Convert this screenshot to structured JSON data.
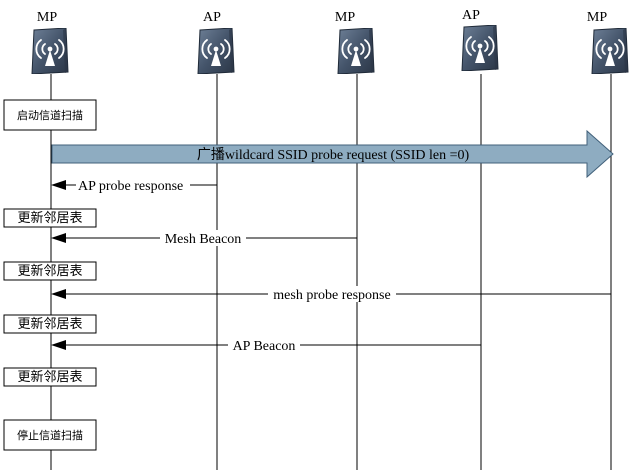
{
  "nodes": [
    {
      "label": "MP",
      "icon": "wireless-mesh-point-icon"
    },
    {
      "label": "AP",
      "icon": "wireless-access-point-icon"
    },
    {
      "label": "MP",
      "icon": "wireless-mesh-point-icon"
    },
    {
      "label": "AP",
      "icon": "wireless-access-point-icon"
    },
    {
      "label": "MP",
      "icon": "wireless-mesh-point-icon"
    }
  ],
  "steps": {
    "start_scan": "启动信道扫描",
    "update_1": "更新邻居表",
    "update_2": "更新邻居表",
    "update_3": "更新邻居表",
    "update_4": "更新邻居表",
    "stop_scan": "停止信道扫描"
  },
  "messages": {
    "broadcast": "广播wildcard SSID probe request (SSID len =0)",
    "ap_probe_response": "AP probe response",
    "mesh_beacon": "Mesh Beacon",
    "mesh_probe_response": "mesh probe response",
    "ap_beacon": "AP Beacon"
  },
  "colors": {
    "icon_fill": "#44546A",
    "icon_border": "#1F2A38",
    "broadcast_arrow": "#8EACC1",
    "broadcast_arrow_border": "#41607A",
    "line": "#000000"
  }
}
